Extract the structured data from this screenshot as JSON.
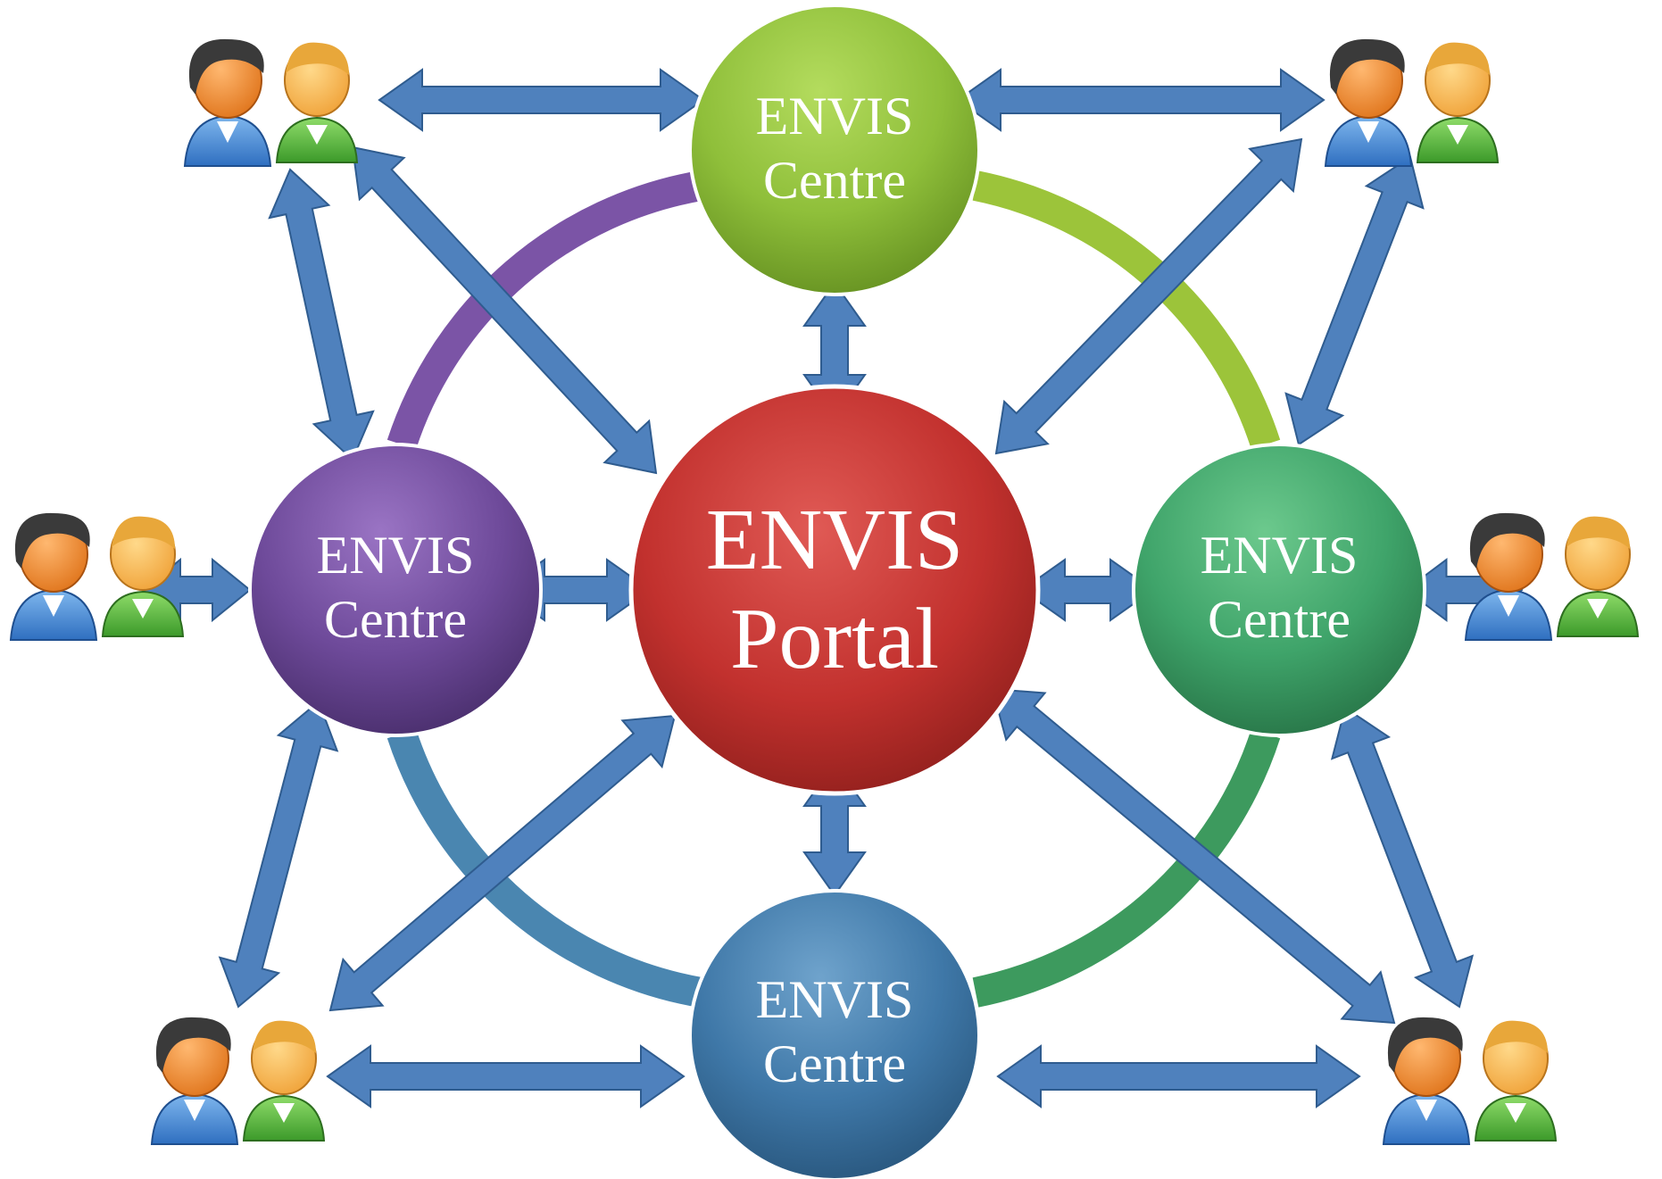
{
  "header": {
    "partial_title": ""
  },
  "nodes": {
    "portal": {
      "line1": "ENVIS",
      "line2": "Portal",
      "color": "#c0302e"
    },
    "centre_top": {
      "line1": "ENVIS",
      "line2": "Centre",
      "color": "#8fbf3a"
    },
    "centre_left": {
      "line1": "ENVIS",
      "line2": "Centre",
      "color": "#6e4a9a"
    },
    "centre_right": {
      "line1": "ENVIS",
      "line2": "Centre",
      "color": "#3fa46a"
    },
    "centre_bottom": {
      "line1": "ENVIS",
      "line2": "Centre",
      "color": "#3f78a8"
    }
  },
  "ring_colors": {
    "top_left": "#7b54a6",
    "top_right": "#9cc43a",
    "bottom_right": "#3d9a5e",
    "bottom_left": "#4a86b0"
  },
  "arrow_color": "#4f81bd",
  "user_icons": [
    "user-pair-icon",
    "user-pair-icon",
    "user-pair-icon",
    "user-pair-icon",
    "user-pair-icon",
    "user-pair-icon"
  ]
}
